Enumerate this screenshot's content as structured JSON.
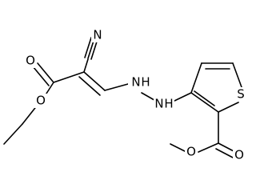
{
  "atoms": {
    "nitrile_n": "N",
    "ester_o_left_carbonyl": "O",
    "ester_o_left_ether": "O",
    "hydrazine_n1": "N",
    "hydrazine_h1": "H",
    "hydrazine_n2": "N",
    "hydrazine_h2": "H",
    "thiophene_s": "S",
    "ester_o_right_carbonyl": "O",
    "ester_o_right_ether": "O"
  },
  "colors": {
    "bond": "#000000",
    "background": "#ffffff",
    "text": "#000000"
  }
}
